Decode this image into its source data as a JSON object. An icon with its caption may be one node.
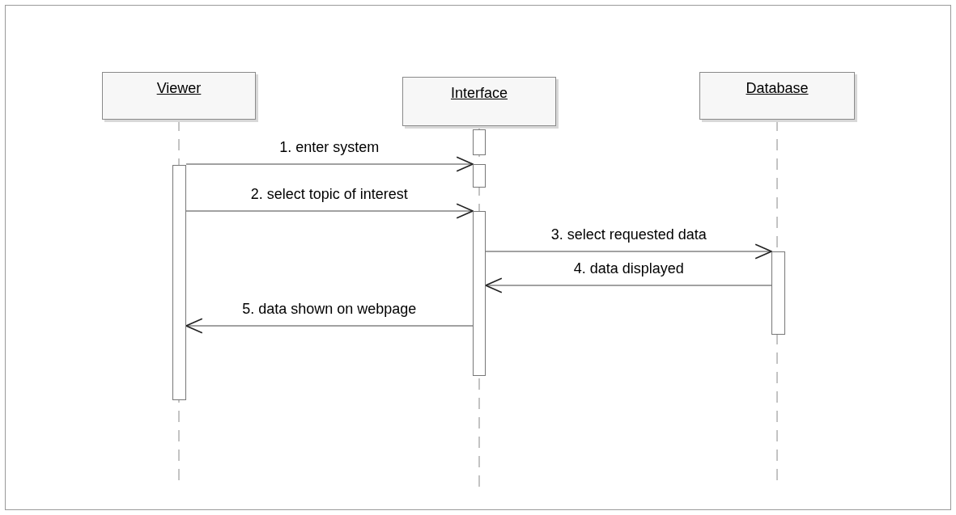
{
  "diagram": {
    "nodes": [
      {
        "text": [
          "Viewer"
        ]
      },
      {
        "text": [
          "Interface"
        ]
      },
      {
        "text": [
          "Database"
        ]
      },
      {
        "text": [],
        "shape": "bar"
      },
      {
        "text": [],
        "shape": "bar"
      },
      {
        "text": [],
        "shape": "bar"
      },
      {
        "text": [],
        "shape": "bar"
      },
      {
        "text": [],
        "shape": "bar"
      }
    ],
    "edges": [
      {
        "from": 3,
        "to": 5,
        "arrow": "to",
        "label": "1. enter system"
      },
      {
        "from": 3,
        "to": 6,
        "arrow": "to",
        "label": "2. select topic of interest"
      },
      {
        "from": 6,
        "to": 7,
        "arrow": "to",
        "label": "3. select requested data"
      },
      {
        "from": 7,
        "to": 6,
        "arrow": "to",
        "label": "4. data displayed"
      },
      {
        "from": 6,
        "to": 3,
        "arrow": "to",
        "label": "5. data shown on webpage"
      }
    ]
  }
}
